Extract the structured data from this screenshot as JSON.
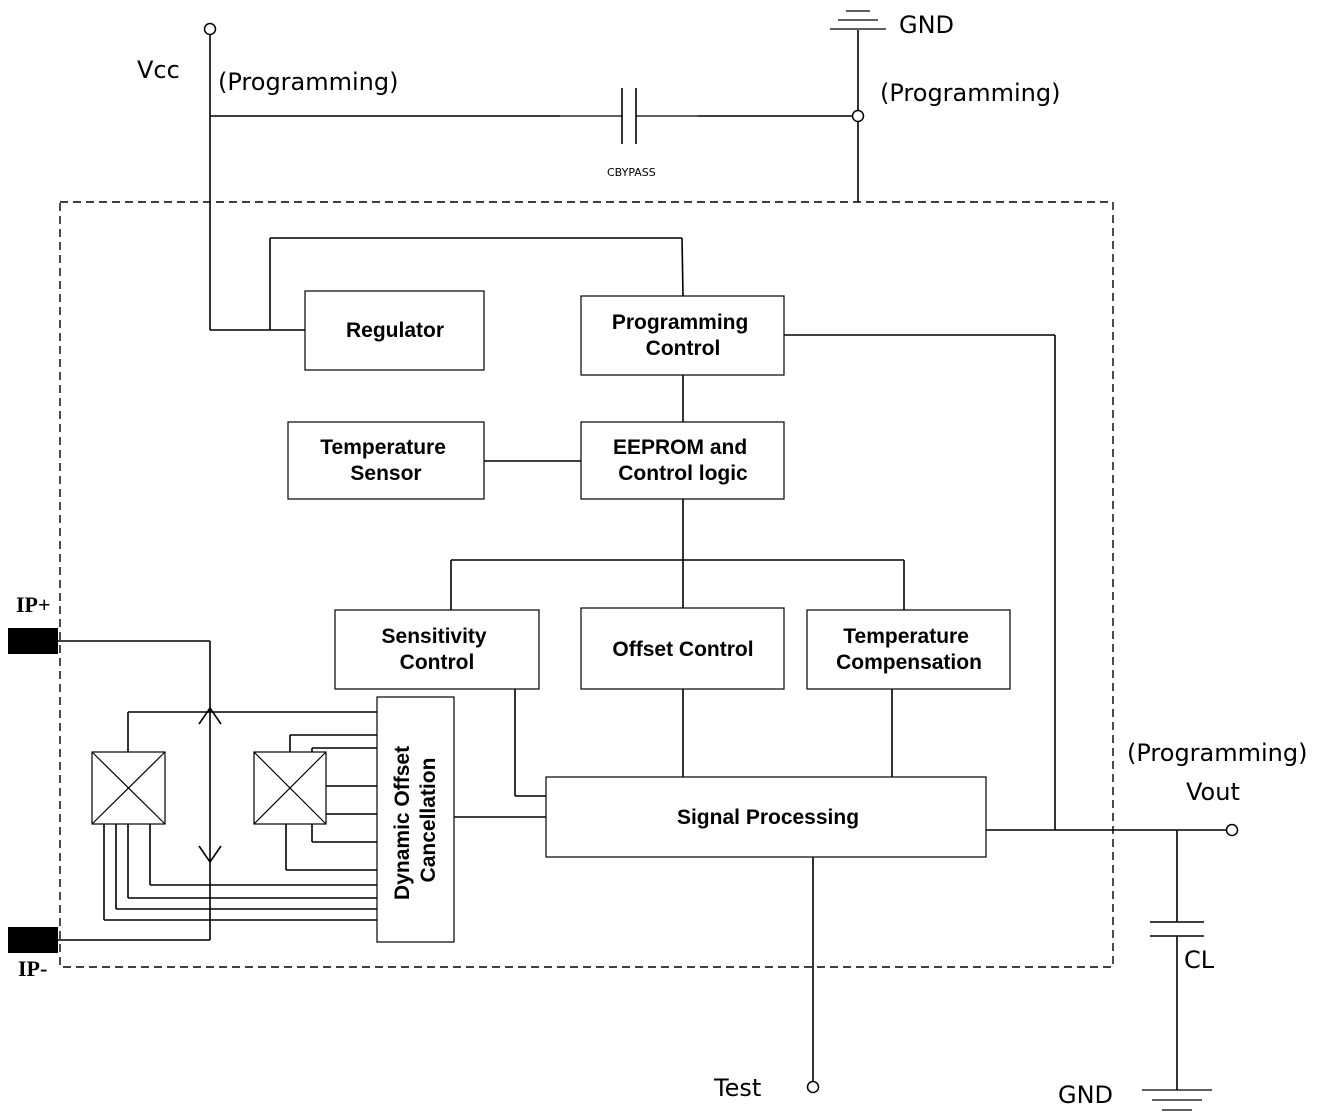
{
  "labels": {
    "vcc": "Vcc",
    "programming_vcc": "(Programming)",
    "gnd_top": "GND",
    "programming_gnd": "(Programming)",
    "cbypass": "CBYPASS",
    "programming_vout": "(Programming)",
    "vout": "Vout",
    "cl": "CL",
    "gnd_bottom": "GND",
    "test": "Test",
    "ip_plus": "IP+",
    "ip_minus": "IP-"
  },
  "blocks": {
    "regulator": "Regulator",
    "programming_control": [
      "Programming",
      "Control"
    ],
    "temperature_sensor": [
      "Temperature",
      "Sensor"
    ],
    "eeprom": [
      "EEPROM and",
      "Control logic"
    ],
    "sensitivity_control": [
      "Sensitivity",
      "Control"
    ],
    "offset_control": "Offset Control",
    "temperature_compensation": [
      "Temperature",
      "Compensation"
    ],
    "signal_processing": "Signal Processing",
    "dynamic_offset": [
      "Dynamic Offset",
      "Cancellation"
    ]
  }
}
